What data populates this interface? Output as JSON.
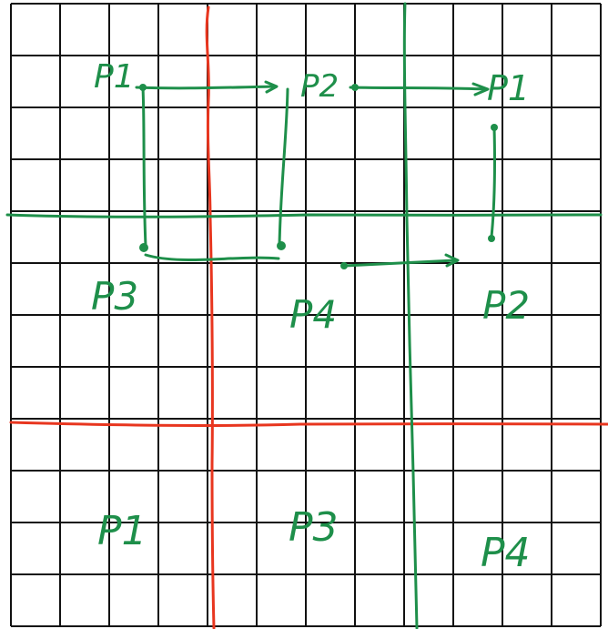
{
  "colors": {
    "grid": "#111111",
    "green": "#1e8f4a",
    "red": "#e8361f",
    "background": "#ffffff"
  },
  "labels": {
    "top_p1": "P1",
    "top_p2": "P2",
    "top_p1_right": "P1",
    "top_p3": "P3",
    "top_p4": "P4",
    "top_p2_right": "P2",
    "bottom_p1": "P1",
    "bottom_p3": "P3",
    "bottom_p4": "P4"
  },
  "diagram": {
    "description_visible": false
  }
}
